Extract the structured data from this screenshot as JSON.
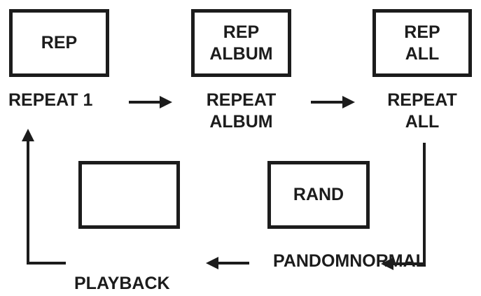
{
  "diagram": {
    "displays": [
      {
        "id": "rep",
        "text": "REP"
      },
      {
        "id": "rep-album",
        "text": "REP\nALBUM"
      },
      {
        "id": "rep-all",
        "text": "REP\nALL"
      },
      {
        "id": "blank",
        "text": ""
      },
      {
        "id": "rand",
        "text": "RAND"
      }
    ],
    "captions": {
      "repeat_1": "REPEAT 1",
      "repeat_album": "REPEAT\nALBUM",
      "repeat_all": "REPEAT\nALL",
      "random": "PANDOMNORMAL",
      "normal_playback": "PLAYBACK"
    }
  },
  "colors": {
    "ink": "#1c1c1c",
    "background": "#ffffff"
  }
}
